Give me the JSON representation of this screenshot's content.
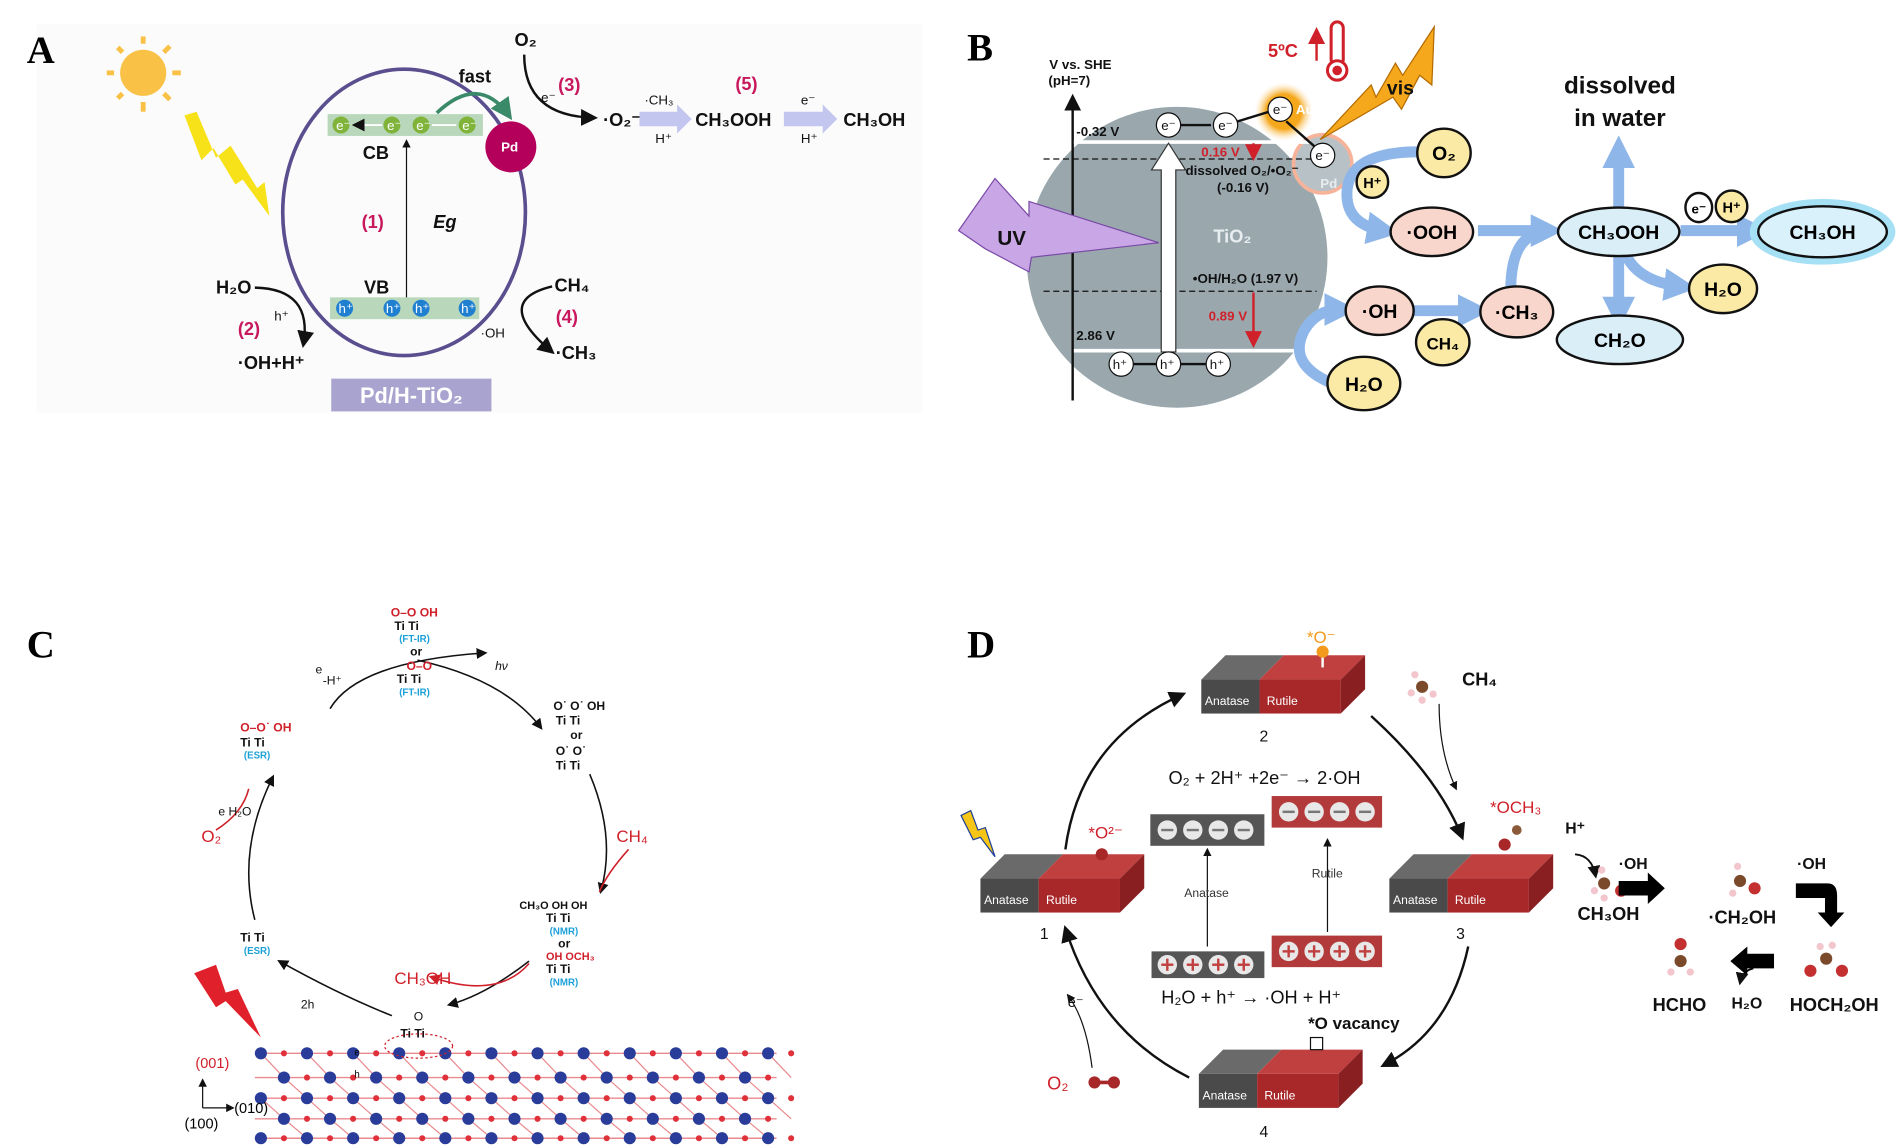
{
  "figure": {
    "panel_a": {
      "label": "A",
      "fast": "fast",
      "cb": "CB",
      "vb": "VB",
      "step1": "(1)",
      "eg": "Eg",
      "electron": "e⁻",
      "hole": "h⁺",
      "pd": "Pd",
      "o2": "O₂",
      "e_minus": "e⁻",
      "step3": "(3)",
      "superoxide": "·O₂⁻",
      "ch3_radical_top": "·CH₃",
      "h_plus_1": "H⁺",
      "ch3ooh": "CH₃OOH",
      "step5": "(5)",
      "e_minus_2": "e⁻",
      "h_plus_2": "H⁺",
      "ch3oh": "CH₃OH",
      "h2o": "H₂O",
      "h_plus_hole": "h⁺",
      "step2": "(2)",
      "oh_h": "·OH+H⁺",
      "ch4": "CH₄",
      "step4": "(4)",
      "oh_radical": "·OH",
      "ch3_radical": "·CH₃",
      "catalyst": "Pd/H-TiO₂",
      "colors": {
        "step": "#c8175d",
        "pd": "#b5005b",
        "ring": "#5b4e8f",
        "electron": "#7fb33a",
        "hole": "#1f7fd0",
        "catalyst_box": "#a9a3cf"
      }
    },
    "panel_b": {
      "label": "B",
      "axis_title": "V vs. SHE",
      "axis_sub": "(pH=7)",
      "cb_potential": "-0.32 V",
      "vb_potential": "2.86 V",
      "shift_top": "0.16 V",
      "o2_couple": "dissolved O₂/•O₂⁻",
      "o2_couple_v": "(-0.16 V)",
      "oh_couple": "•OH/H₂O (1.97 V)",
      "shift_bottom": "0.89 V",
      "tio2": "TiO₂",
      "uv": "UV",
      "vis": "vis",
      "au": "Au",
      "pd": "Pd",
      "temp": "5ºC",
      "electron": "e⁻",
      "hole": "h⁺",
      "dissolved_1": "dissolved",
      "dissolved_2": "in water",
      "species": {
        "o2": "O₂",
        "h_plus": "H⁺",
        "ooh": "·OOH",
        "ch3ooh": "CH₃OOH",
        "e": "e⁻",
        "h_plus_2": "H⁺",
        "ch3oh": "CH₃OH",
        "h2o_right": "H₂O",
        "ch2o": "CH₂O",
        "oh": "·OH",
        "ch3": "·CH₃",
        "ch4": "CH₄",
        "h2o_left": "H₂O"
      },
      "colors": {
        "shift": "#d0202a",
        "tio2": "#9aa8ae",
        "uv": "#c9a6e6",
        "vis": "#f5a81c",
        "arrow": "#8fb6e8"
      }
    },
    "panel_c": {
      "label": "C",
      "top_a_sp": "O–O   OH",
      "top_a_ti": "Ti      Ti",
      "ftir_1": "(FT-IR)",
      "or_1": "or",
      "top_b_sp": "O–O",
      "top_b_ti": "Ti        Ti",
      "ftir_2": "(FT-IR)",
      "e": "e",
      "minus_h": "-H⁺",
      "hv": "hν",
      "right_a_sp": "O˙ O˙  OH",
      "right_a_ti": "Ti      Ti",
      "or_2": "or",
      "right_b_sp": "O˙      O˙",
      "right_b_ti": "Ti      Ti",
      "ch4": "CH₄",
      "nmr_a_sp": "CH₃O  OH OH",
      "nmr_a_ti": "Ti      Ti",
      "nmr_1": "(NMR)",
      "or_3": "or",
      "nmr_b_sp": "OH   OCH₃",
      "nmr_b_ti": "Ti      Ti",
      "nmr_2": "(NMR)",
      "ch3oh": "CH₃OH",
      "two_h": "2h",
      "bottom_o": "O",
      "bottom_ti": "Ti    Ti",
      "left_low_ti": "Ti      Ti",
      "esr_1": "(ESR)",
      "left_up_sp": "O–O˙ OH",
      "left_up_ti": "Ti      Ti",
      "esr_2": "(ESR)",
      "e_h2o": "e H₂O",
      "o2": "O₂",
      "facet": "(001)",
      "axis_010": "(010)",
      "axis_100": "(100)",
      "lattice_e": "e",
      "lattice_h": "h",
      "colors": {
        "red": "#d0202a",
        "blue": "#1ba0d8",
        "ti_atom": "#2a3c9a",
        "o_atom": "#e0303a"
      }
    },
    "panel_d": {
      "label": "D",
      "anatase": "Anatase",
      "rutile": "Rutile",
      "states": [
        "1",
        "2",
        "3",
        "4"
      ],
      "o_minus": "*O⁻",
      "o_2minus": "*O²⁻",
      "och3": "*OCH₃",
      "o_vacancy": "*O vacancy",
      "ch4": "CH₄",
      "eq_top": "O₂ + 2H⁺ +2e⁻ → 2·OH",
      "eq_bottom": "H₂O + h⁺ → ·OH + H⁺",
      "anatase_arrow": "Anatase",
      "rutile_arrow": "Rutile",
      "e": "e⁻",
      "o2": "O₂",
      "h_plus": "H⁺",
      "ch3oh": "CH₃OH",
      "oh_1": "·OH",
      "ch2oh": "·CH₂OH",
      "oh_2": "·OH",
      "hoch2oh": "HOCH₂OH",
      "h2o": "H₂O",
      "hcho": "HCHO",
      "colors": {
        "anatase": "#4a4a4a",
        "rutile": "#a8282a",
        "o_minus": "#f39a1e"
      }
    }
  }
}
